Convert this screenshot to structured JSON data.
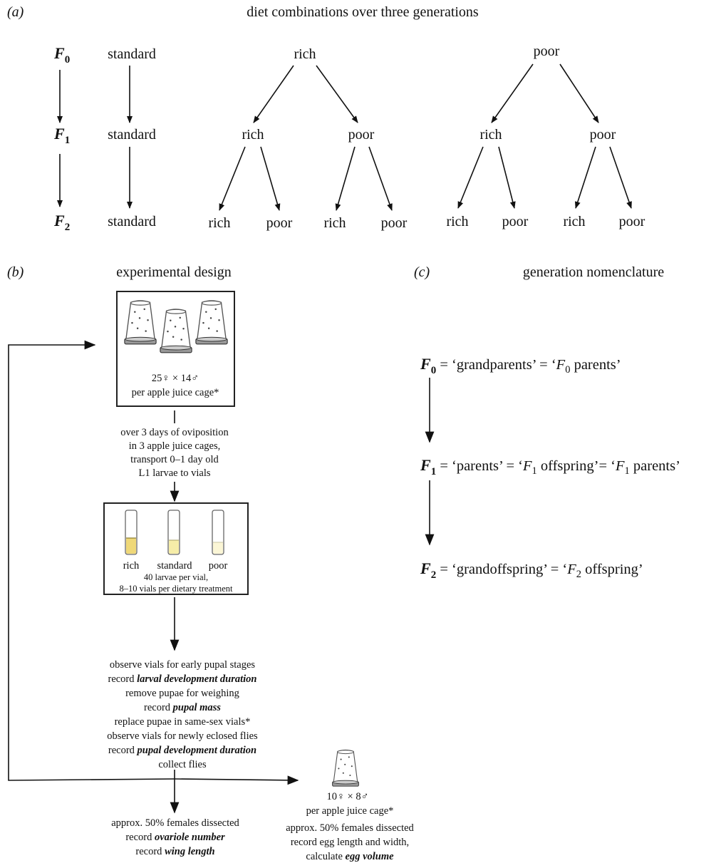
{
  "panel_a": {
    "label": "(a)",
    "title": "diet combinations over three generations",
    "generations": [
      {
        "letter": "F",
        "sub": "0"
      },
      {
        "letter": "F",
        "sub": "1"
      },
      {
        "letter": "F",
        "sub": "2"
      }
    ],
    "standard_column": [
      "standard",
      "standard",
      "standard"
    ],
    "rich_tree": {
      "root": "rich",
      "children": [
        {
          "label": "rich",
          "children": [
            "rich",
            "poor"
          ]
        },
        {
          "label": "poor",
          "children": [
            "rich",
            "poor"
          ]
        }
      ]
    },
    "poor_tree": {
      "root": "poor",
      "children": [
        {
          "label": "rich",
          "children": [
            "rich",
            "poor"
          ]
        },
        {
          "label": "poor",
          "children": [
            "rich",
            "poor"
          ]
        }
      ]
    }
  },
  "panel_b": {
    "label": "(b)",
    "title": "experimental design",
    "cage_box": {
      "count": "25♀ × 14♂",
      "caption": "per apple juice cage*"
    },
    "transfer_lines": [
      "over 3 days of oviposition",
      "in 3 apple juice cages,",
      "transport 0–1 day old",
      "L1 larvae to vials"
    ],
    "vial_box": {
      "vials": [
        {
          "label": "rich",
          "color": "#efd878"
        },
        {
          "label": "standard",
          "color": "#f6eda8"
        },
        {
          "label": "poor",
          "color": "#fbf6d6"
        }
      ],
      "note_lines": [
        "40 larvae per vial,",
        "8–10 vials per dietary treatment"
      ]
    },
    "protocol": [
      {
        "plain": "observe vials for early pupal stages"
      },
      {
        "prefix": "record ",
        "emph": "larval development duration"
      },
      {
        "plain": "remove pupae for weighing"
      },
      {
        "prefix": "record ",
        "emph": "pupal mass"
      },
      {
        "plain": "replace pupae in same-sex vials*"
      },
      {
        "plain": "observe vials for newly eclosed flies"
      },
      {
        "prefix": "record ",
        "emph": "pupal development duration"
      },
      {
        "plain": "collect flies"
      }
    ],
    "dissection_left": [
      {
        "plain": "approx. 50% females dissected"
      },
      {
        "prefix": "record ",
        "emph": "ovariole number"
      },
      {
        "prefix": "record ",
        "emph": "wing length"
      }
    ],
    "second_cage": {
      "count": "10♀ × 8♂",
      "caption": "per apple juice cage*"
    },
    "dissection_right": [
      {
        "plain": "approx. 50% females dissected"
      },
      {
        "plain": "record egg length and width,"
      },
      {
        "prefix": "calculate ",
        "emph": "egg volume"
      }
    ]
  },
  "panel_c": {
    "label": "(c)",
    "title": "generation nomenclature",
    "rows": [
      {
        "letter": "F",
        "sub": "0",
        "eq": " = ‘grandparents’ = ‘",
        "names": [
          {
            "letter": "F",
            "sub": "0",
            "after": " parents’"
          }
        ]
      },
      {
        "letter": "F",
        "sub": "1",
        "eq": " = ‘parents’ = ‘",
        "names": [
          {
            "letter": "F",
            "sub": "1",
            "after": " offspring’= ‘"
          },
          {
            "letter": "F",
            "sub": "1",
            "after": " parents’"
          }
        ]
      },
      {
        "letter": "F",
        "sub": "2",
        "eq": " = ‘grandoffspring’ = ‘",
        "names": [
          {
            "letter": "F",
            "sub": "2",
            "after": " offspring’"
          }
        ]
      }
    ]
  }
}
